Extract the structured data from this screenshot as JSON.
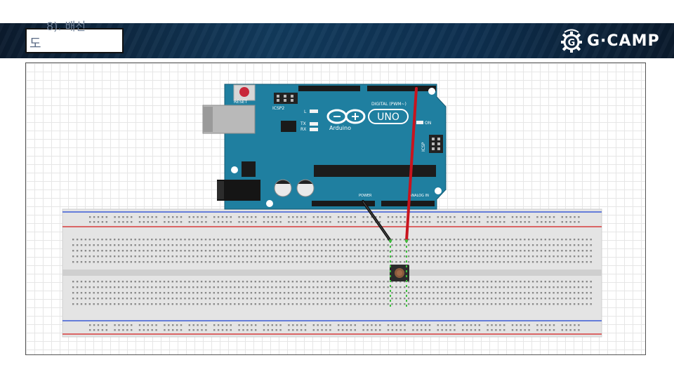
{
  "slide": {
    "title_line1": "8). 배선",
    "title_line2": "도"
  },
  "logo": {
    "text": "G·CAMP",
    "gear_color": "#ffffff"
  },
  "board": {
    "reset_label": "RESET",
    "icsp2_label": "ICSP2",
    "icsp_label": "ICSP",
    "l_label": "L",
    "tx_label": "TX",
    "rx_label": "RX",
    "on_label": "ON",
    "uno_label": "UNO",
    "brand_label": "Arduino",
    "digital_label": "DIGITAL (PWM~)",
    "power_label": "POWER",
    "analog_label": "ANALOG IN",
    "board_color": "#1f7fa0"
  },
  "wires": {
    "red_color": "#c8141e",
    "black_color": "#111111",
    "jumper_color": "#3fbf3f"
  }
}
